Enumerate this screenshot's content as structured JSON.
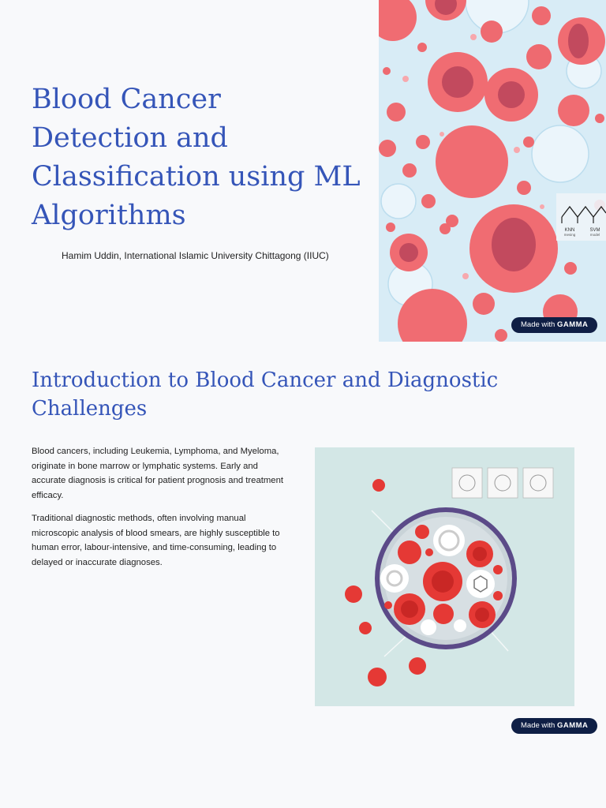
{
  "slide1": {
    "title": "Blood Cancer Detection and Classification using ML Algorithms",
    "author": "Hamim Uddin, International Islamic University Chittagong (IIUC)",
    "image_labels": {
      "knn_line1": "KNN",
      "knn_line2": "mesing",
      "svm_line1": "SVM",
      "svm_line2": "model"
    },
    "badge": {
      "prefix": "Made with",
      "brand": "GAMMA"
    }
  },
  "slide2": {
    "title": "Introduction to Blood Cancer and Diagnostic Challenges",
    "paragraphs": [
      "Blood cancers, including Leukemia, Lymphoma, and Myeloma, originate in bone marrow or lymphatic systems. Early and accurate diagnosis is critical for patient prognosis and treatment efficacy.",
      "Traditional diagnostic methods, often involving manual microscopic analysis of blood smears, are highly susceptible to human error, labour-intensive, and time-consuming, leading to delayed or inaccurate diagnoses."
    ],
    "badge": {
      "prefix": "Made with",
      "brand": "GAMMA"
    }
  },
  "colors": {
    "title": "#3555b8",
    "badge_bg": "#0f1f45",
    "cell_red": "#e53935",
    "cell_pink": "#f06c72",
    "panel_bg": "#d3e7e6"
  }
}
